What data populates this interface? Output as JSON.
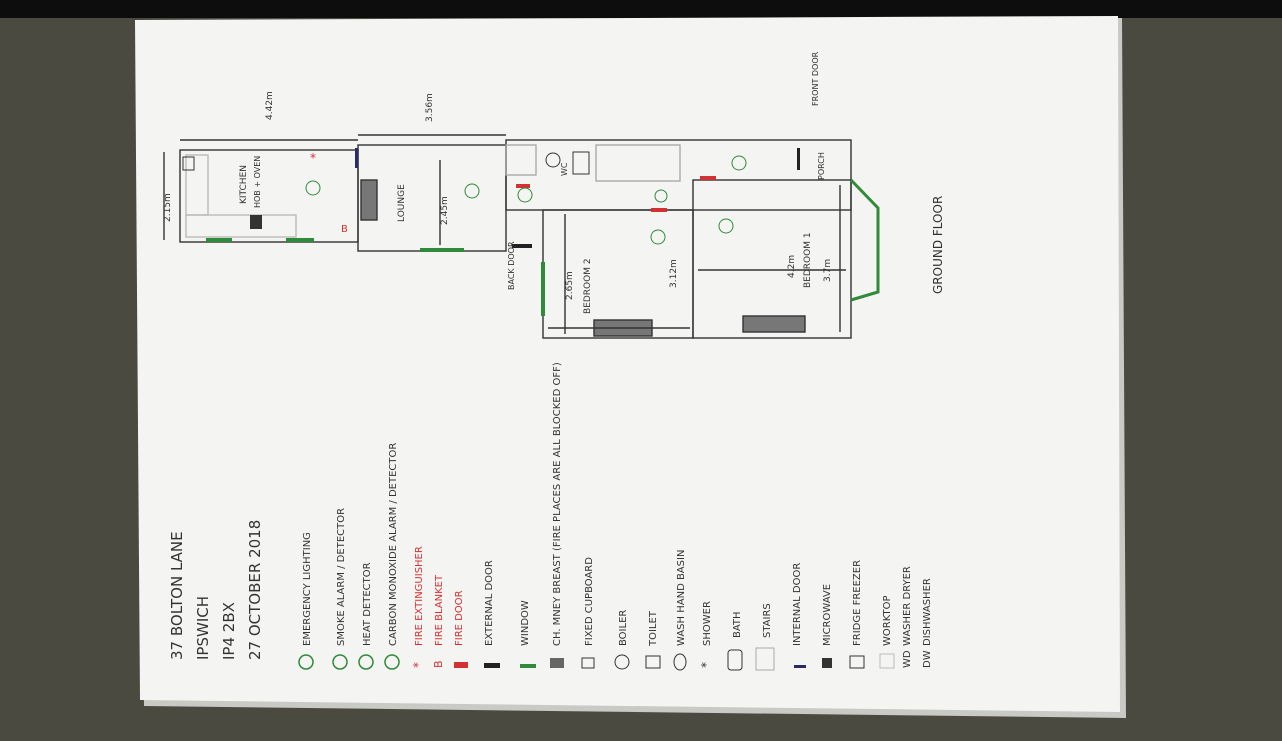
{
  "photo": {
    "background_color": "#0d0d0d",
    "carpet_color": "#4a4a40",
    "paper_color": "#f4f4f2",
    "ink_color": "#333333",
    "green_ink": "#2f8a3a",
    "red_ink": "#d23232"
  },
  "header": {
    "address_line1": "37 BOLTON LANE",
    "address_line2": "IPSWICH",
    "postcode": "IP4 2BX",
    "date": "27 OCTOBER 2018"
  },
  "legend": [
    {
      "symbol": "EL",
      "label": "EMERGENCY LIGHTING"
    },
    {
      "symbol": "S",
      "label": "SMOKE ALARM / DETECTOR"
    },
    {
      "symbol": "H",
      "label": "HEAT DETECTOR"
    },
    {
      "symbol": "CO",
      "label": "CARBON MONOXIDE ALARM / DETECTOR"
    },
    {
      "symbol": "*",
      "label": "FIRE EXTINGUISHER"
    },
    {
      "symbol": "B",
      "label": "FIRE BLANKET"
    },
    {
      "symbol": "red-bar",
      "label": "FIRE DOOR"
    },
    {
      "symbol": "black-bar",
      "label": "EXTERNAL DOOR"
    },
    {
      "symbol": "green-bar",
      "label": "WINDOW"
    },
    {
      "symbol": "grey-box",
      "label": "CH. MNEY BREAST (FIRE PLACES ARE ALL BLOCKED OFF)"
    },
    {
      "symbol": "box",
      "label": "FIXED CUPBOARD"
    },
    {
      "symbol": "B",
      "label": "BOILER"
    },
    {
      "symbol": "toilet",
      "label": "TOILET"
    },
    {
      "symbol": "basin",
      "label": "WASH HAND BASIN"
    },
    {
      "symbol": "*",
      "label": "SHOWER"
    },
    {
      "symbol": "bath",
      "label": "BATH"
    },
    {
      "symbol": "stairs",
      "label": "STAIRS"
    },
    {
      "symbol": "line",
      "label": "INTERNAL DOOR"
    },
    {
      "symbol": "mw",
      "label": "MICROWAVE"
    },
    {
      "symbol": "F",
      "label": "FRIDGE FREEZER"
    },
    {
      "symbol": "hatch",
      "label": "WORKTOP"
    },
    {
      "symbol": "WD",
      "label": "WASHER DRYER"
    },
    {
      "symbol": "DW",
      "label": "DISHWASHER"
    }
  ],
  "plan": {
    "rooms": {
      "kitchen": "KITCHEN",
      "hob": "HOB + OVEN",
      "lounge": "LOUNGE",
      "bedroom2": "BEDROOM 2",
      "bedroom1": "BEDROOM 1",
      "porch": "PORCH",
      "wc": "WC",
      "back_door": "BACK DOOR",
      "front_door": "FRONT DOOR"
    },
    "dimensions": {
      "kitchen_width": "2.15m",
      "kitchen_length": "4.42m",
      "lounge_length": "3.56m",
      "lounge_width": "2.45m",
      "bed2_a": "2.65m",
      "bed2_b": "3.12m",
      "bed1_a": "4.2m",
      "bed1_b": "3.7m"
    },
    "caption": "GROUND FLOOR"
  }
}
